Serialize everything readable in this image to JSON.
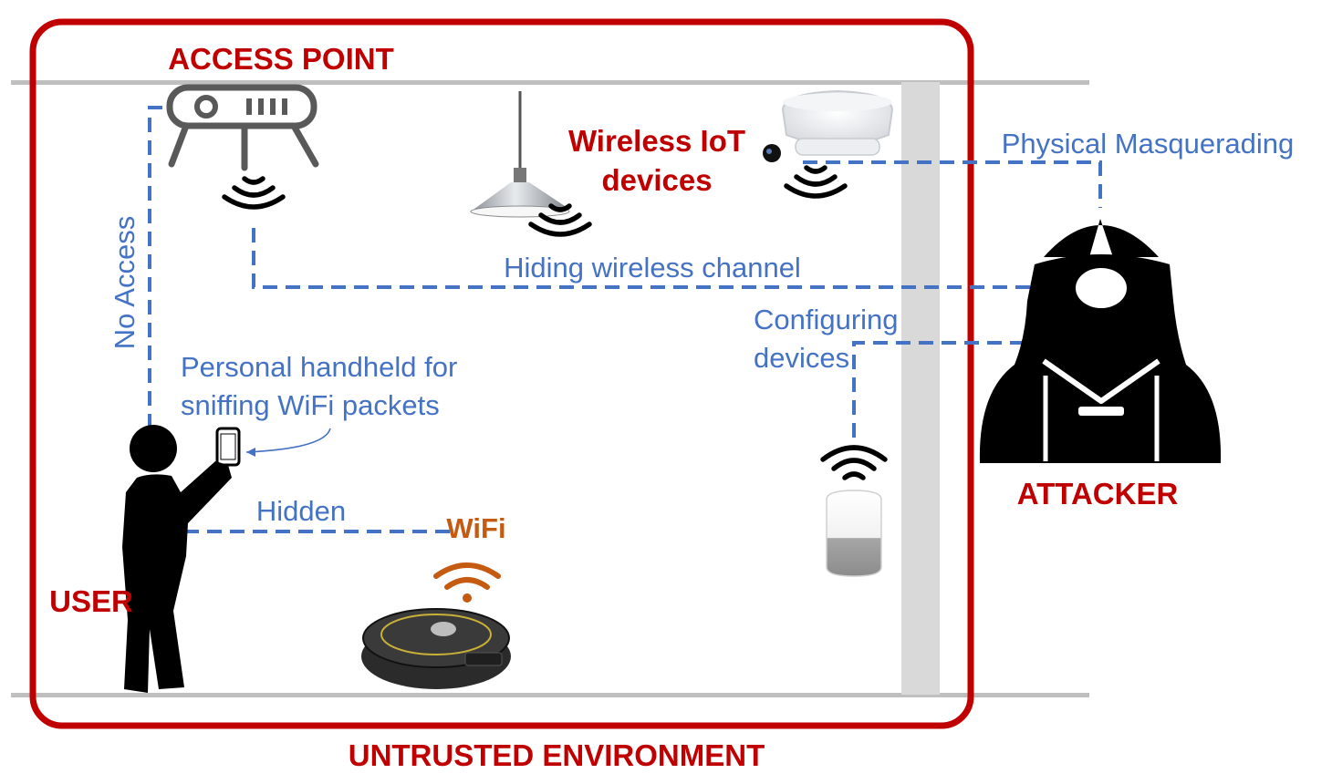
{
  "labels": {
    "access_point": "ACCESS POINT",
    "wireless_iot_line1": "Wireless IoT",
    "wireless_iot_line2": "devices",
    "physical_masquerading": "Physical Masquerading",
    "hiding_wireless_channel": "Hiding wireless channel",
    "configuring_line1": "Configuring",
    "configuring_line2": "devices",
    "no_access": "No Access",
    "handheld_line1": "Personal handheld for",
    "handheld_line2": "sniffing WiFi packets",
    "hidden": "Hidden",
    "wifi": "WiFi",
    "user": "USER",
    "attacker": "ATTACKER",
    "untrusted_environment": "UNTRUSTED ENVIRONMENT"
  },
  "colors": {
    "environment_border": "#c00000",
    "title_red": "#c00000",
    "connection_blue": "#4472c4",
    "wifi_orange": "#c55a11",
    "wall_gray": "#d9d9d9",
    "figure_black": "#000000"
  },
  "icons": [
    "router-icon",
    "pendant-lamp-icon",
    "security-camera-icon",
    "smart-speaker-icon",
    "robot-vacuum-icon",
    "smartphone-icon",
    "user-figure-icon",
    "hooded-attacker-icon",
    "wifi-signal-icon"
  ]
}
